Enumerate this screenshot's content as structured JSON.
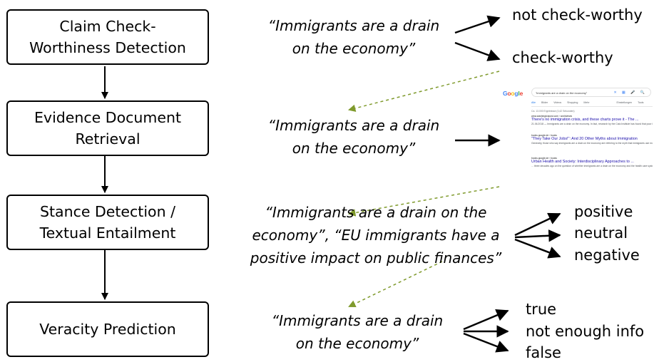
{
  "pipeline": {
    "steps": [
      {
        "label": "Claim Check-\nWorthiness Detection"
      },
      {
        "label": "Evidence Document\nRetrieval"
      },
      {
        "label": "Stance Detection /\nTextual Entailment"
      },
      {
        "label": "Veracity Prediction"
      }
    ]
  },
  "claims": {
    "checkworthy": "“Immigrants are a drain\non the economy”",
    "retrieval": "“Immigrants are a drain\non the economy”",
    "stance": "“Immigrants are a drain on the\neconomy”, “EU immigrants have a\npositive impact on public finances”",
    "veracity": "“Immigrants are a drain\non the economy”"
  },
  "outcomes": {
    "checkworthy": [
      "not check-worthy",
      "check-worthy"
    ],
    "stance": [
      "positive",
      "neutral",
      "negative"
    ],
    "veracity": [
      "true",
      "not enough info",
      "false"
    ]
  },
  "search_screenshot": {
    "logo": "Google",
    "query": "\"immigrants are a drain on the economy\"",
    "icons": "✕ ▦ 🎤 🔍",
    "tabs": [
      "Alle",
      "Bilder",
      "Videos",
      "Shopping",
      "Mehr",
      "Einstellungen",
      "Tools"
    ],
    "result_count": "Ca. 13.000 Ergebnisse (0,42 Sekunden)",
    "results": [
      {
        "url": "www.washingtonpost.com › worldviews",
        "title": "There's no immigration crisis, and these charts prove it - The ...",
        "snippet": "21.06.2018 — Immigrants are a drain on the economy. In fact, research by the Cato\nInstitute has found that poor immigrants use considerably less welfare ..."
      },
      {
        "url": "books.google.de › books",
        "title": "\"They Take Our Jobs!\": And 20 Other Myths about Immigration",
        "snippet": "Generally, those who say immigrants are a drain on the economy are referring to the myth\nthat immigrants use more public services than they pay in taxes.\nAviva Chomsky · 2018"
      },
      {
        "url": "books.google.de › books",
        "title": "Urban Health and Society: Interdisciplinary Approaches to ...",
        "snippet": "... three decades ago on the question of whether immigrants are a drain\non the economy and the health care system. The reality, similar to ...\nNicholas Freudenberg, Susan Klitzman, Susan Saegert · 2009"
      }
    ]
  },
  "colors": {
    "box_border": "#000000",
    "arrow": "#000000",
    "dashed_arrow": "#7f9a2c"
  }
}
